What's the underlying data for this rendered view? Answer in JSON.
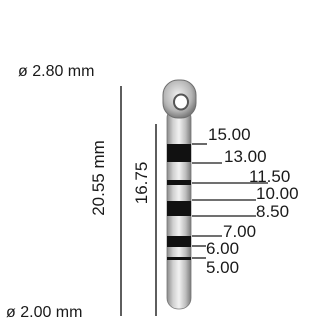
{
  "dimensions": {
    "top_diameter": "ø 2.80 mm",
    "bottom_diameter": "ø 2.00 mm",
    "overall_length": "20.55 mm",
    "marked_length": "16.75"
  },
  "depth_marks": [
    "15.00",
    "13.00",
    "11.50",
    "10.00",
    "8.50",
    "7.00",
    "6.00",
    "5.00"
  ],
  "colors": {
    "shaft_light": "#e8e8e8",
    "shaft_mid": "#b9b9b9",
    "shaft_dark": "#7c7c7c",
    "band": "#111111",
    "ink": "#1a1a1a"
  }
}
